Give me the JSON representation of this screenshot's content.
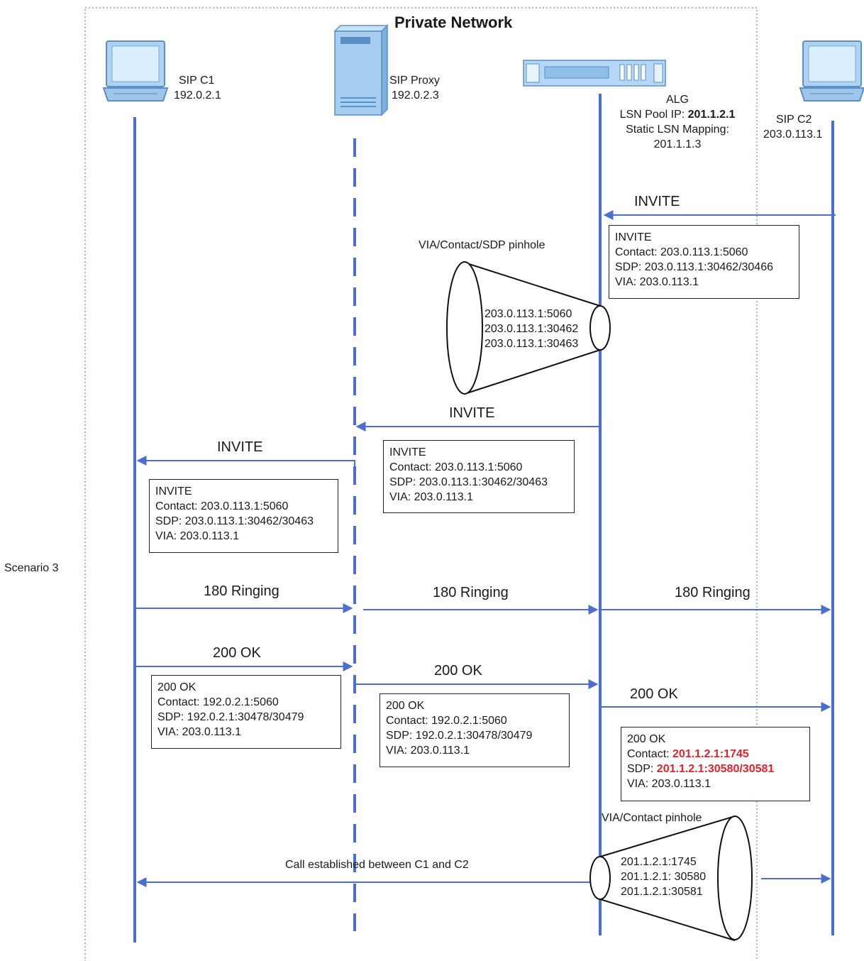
{
  "network": {
    "title": "Private Network",
    "scenario": "Scenario 3"
  },
  "entities": {
    "c1": {
      "name": "SIP C1",
      "ip": "192.0.2.1"
    },
    "proxy": {
      "name": "SIP Proxy",
      "ip": "192.0.2.3"
    },
    "alg": {
      "name": "ALG",
      "pool_label": "LSN Pool IP: ",
      "pool_ip": "201.1.2.1",
      "mapping_label": "Static LSN Mapping:",
      "mapping_ip": "201.1.1.3"
    },
    "c2": {
      "name": "SIP C2",
      "ip": "203.0.113.1"
    }
  },
  "messages": {
    "invite_c2_alg": "INVITE",
    "invite_alg_proxy": "INVITE",
    "invite_proxy_c1": "INVITE",
    "ringing_1": "180 Ringing",
    "ringing_2": "180 Ringing",
    "ringing_3": "180 Ringing",
    "ok_1": "200 OK",
    "ok_2": "200 OK",
    "ok_3": "200 OK",
    "call_established": "Call established between C1 and C2"
  },
  "pinholes": {
    "invite": {
      "label": "VIA/Contact/SDP pinhole",
      "lines": [
        "203.0.113.1:5060",
        "203.0.113.1:30462",
        "203.0.113.1:30463"
      ]
    },
    "ok": {
      "label": "VIA/Contact pinhole",
      "lines": [
        "201.1.2.1:1745",
        "201.1.2.1: 30580",
        "201.1.2.1:30581"
      ]
    }
  },
  "boxes": {
    "invite_in": {
      "l1": "INVITE",
      "l2": "Contact: 203.0.113.1:5060",
      "l3": "SDP: 203.0.113.1:30462/30466",
      "l4": "VIA: 203.0.113.1"
    },
    "invite_proxy": {
      "l1": "INVITE",
      "l2": "Contact: 203.0.113.1:5060",
      "l3": "SDP: 203.0.113.1:30462/30463",
      "l4": "VIA: 203.0.113.1"
    },
    "invite_c1": {
      "l1": "INVITE",
      "l2": "Contact: 203.0.113.1:5060",
      "l3": "SDP: 203.0.113.1:30462/30463",
      "l4": "VIA: 203.0.113.1"
    },
    "ok_c1": {
      "l1": "200 OK",
      "l2": "Contact: 192.0.2.1:5060",
      "l3": "SDP: 192.0.2.1:30478/30479",
      "l4": "VIA: 203.0.113.1"
    },
    "ok_proxy": {
      "l1": "200 OK",
      "l2": "Contact: 192.0.2.1:5060",
      "l3": "SDP: 192.0.2.1:30478/30479",
      "l4": "VIA: 203.0.113.1"
    },
    "ok_out": {
      "l1": "200 OK",
      "l2_label": "Contact: ",
      "l2_value": "201.1.2.1:1745",
      "l3_label": "SDP: ",
      "l3_value": "201.1.2.1:30580/30581",
      "l4": "VIA: 203.0.113.1"
    }
  },
  "colors": {
    "lifeline": "#4a6fd0",
    "arrow": "#4a6fd0",
    "boundary": "#8aa0c8",
    "highlight": "#e8202a",
    "device": "#9ec6ea"
  }
}
